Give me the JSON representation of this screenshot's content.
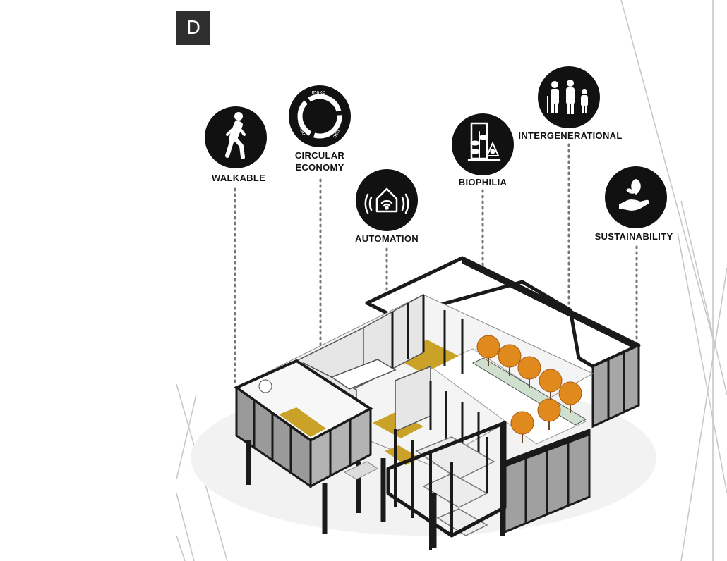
{
  "logo": {
    "letter": "D"
  },
  "features": [
    {
      "key": "walkable",
      "label": "WALKABLE",
      "icon": "walking-person-icon"
    },
    {
      "key": "circular",
      "label_lines": [
        "CIRCULAR",
        "ECONOMY"
      ],
      "icon": "circular-economy-icon",
      "cycle_words": [
        "make",
        "use",
        "return"
      ]
    },
    {
      "key": "automation",
      "label": "AUTOMATION",
      "icon": "smart-home-wifi-icon"
    },
    {
      "key": "biophilia",
      "label": "BIOPHILIA",
      "icon": "plant-icon"
    },
    {
      "key": "intergenerational",
      "label": "INTERGENERATIONAL",
      "icon": "family-generations-icon"
    },
    {
      "key": "sustainability",
      "label": "SUSTAINABILITY",
      "icon": "hand-leaf-icon"
    }
  ],
  "colors": {
    "icon_bg": "#111111",
    "accent_floor": "#c9a227",
    "tree": "#e08a1e",
    "frame": "#1a1a1a",
    "panel": "#9a9a9a"
  }
}
